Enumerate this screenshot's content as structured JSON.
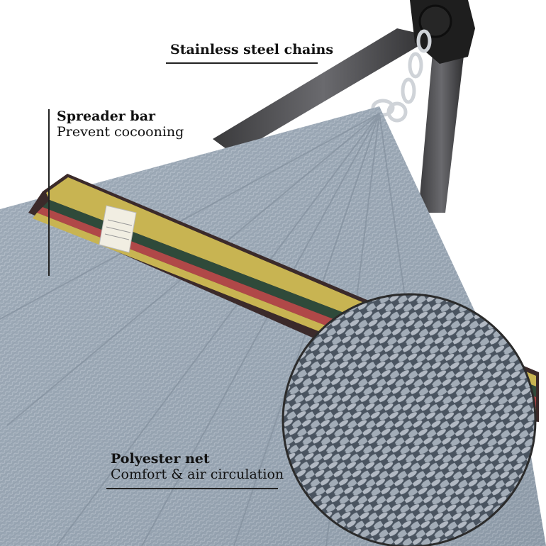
{
  "callouts": {
    "chains": {
      "title": "Stainless steel chains"
    },
    "spreader": {
      "title": "Spreader bar",
      "subtitle": "Prevent cocooning"
    },
    "net": {
      "title": "Polyester net",
      "subtitle": "Comfort & air circulation"
    }
  },
  "colors": {
    "net": "#9aa7b4",
    "net_shadow": "#6d7a88",
    "stand": "#4a4a4c",
    "stand_cap": "#1e1e1e",
    "chain": "#c9ccd0",
    "band_stripes": [
      "#5a2a2a",
      "#c8b452",
      "#2f4a3a",
      "#b04848",
      "#c8b452",
      "#5a2a2a"
    ],
    "text": "#111111"
  },
  "icons": [
    "stand-cap-icon",
    "chain-icon",
    "label-tag-icon",
    "zoom-lens-icon"
  ]
}
